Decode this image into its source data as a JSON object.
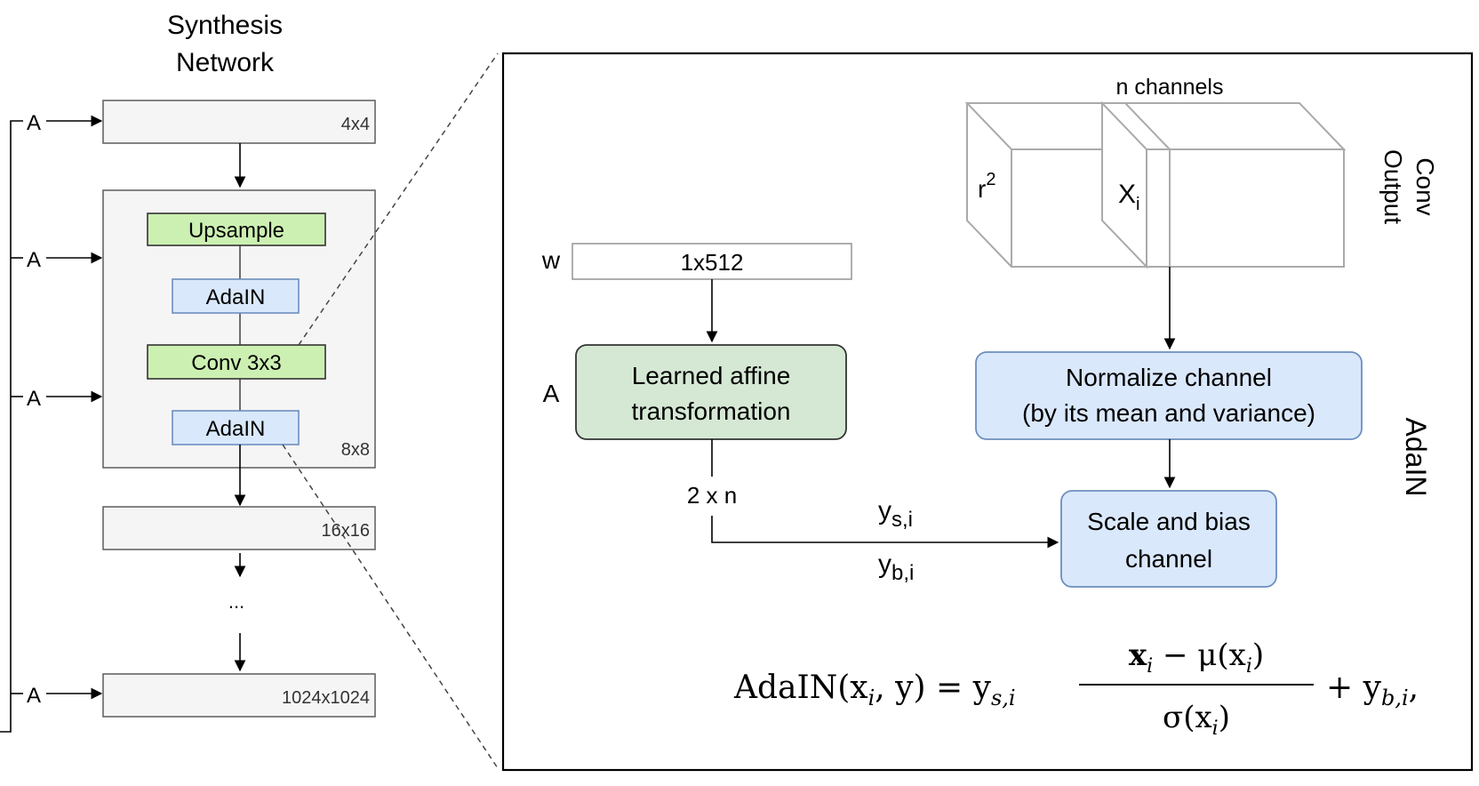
{
  "left": {
    "title_line1": "Synthesis",
    "title_line2": "Network",
    "a_label": "A",
    "blocks": {
      "b4": "4x4",
      "b8": "8x8",
      "b16": "16x16",
      "b1024": "1024x1024"
    },
    "layers": {
      "upsample": "Upsample",
      "adain1": "AdaIN",
      "conv": "Conv 3x3",
      "adain2": "AdaIN"
    },
    "ellipsis": "..."
  },
  "detail": {
    "w_label": "w",
    "w_dim": "1x512",
    "a_label": "A",
    "affine_line1": "Learned affine",
    "affine_line2": "transformation",
    "two_n": "2 x n",
    "ys_main": "y",
    "ys_sub": "s,i",
    "yb_main": "y",
    "yb_sub": "b,i",
    "n_channels": "n channels",
    "r_main": "r",
    "r_sup": "2",
    "x_main": "X",
    "x_sub": "i",
    "conv_output_line1": "Conv",
    "conv_output_line2": "Output",
    "normalize_line1": "Normalize channel",
    "normalize_line2": "(by its mean and variance)",
    "scale_line1": "Scale and bias",
    "scale_line2": "channel",
    "adain_label": "AdaIN"
  },
  "formula": {
    "lhs": "AdaIN(x",
    "lhs_sub": "i",
    "lhs_rest": ", y) = y",
    "ys_sub": "s,i",
    "numerator": "x",
    "num_sub": "i",
    "num_rest": " − μ(x",
    "num_sub2": "i",
    "num_close": ")",
    "denominator": "σ(x",
    "den_sub": "i",
    "den_close": ")",
    "plus": "+ y",
    "yb_sub": "b,i",
    "comma": ","
  },
  "colors": {
    "green_fill": "#ccf0b2",
    "green_stroke": "#333333",
    "blue_fill": "#dae8fc",
    "blue_stroke": "#6c8ebf",
    "gray_fill": "#f5f5f5",
    "gray_stroke": "#666666",
    "affine_fill": "#d5e8d4",
    "affine_stroke": "#333333"
  }
}
